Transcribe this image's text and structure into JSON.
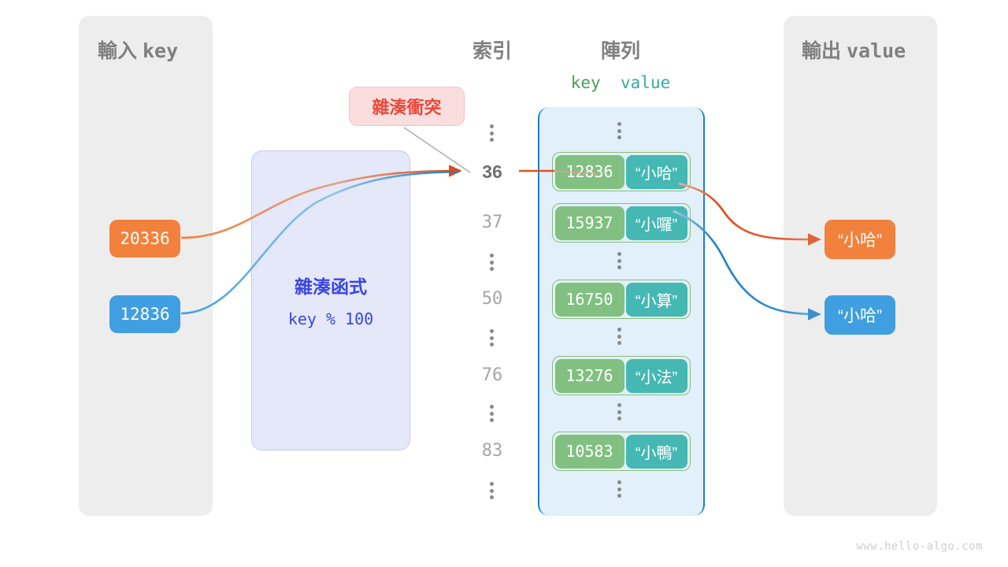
{
  "watermark": "www.hello-algo.com",
  "panels": {
    "input": {
      "title_cjk": "輸入",
      "title_mono": "key"
    },
    "output": {
      "title_cjk": "輸出",
      "title_mono": "value"
    }
  },
  "headings": {
    "index": "索引",
    "array": "陣列",
    "key": "key",
    "value": "value"
  },
  "hash_function": {
    "title": "雜湊函式",
    "formula": "key % 100"
  },
  "collision": {
    "label": "雜湊衝突"
  },
  "inputs": [
    {
      "value": "20336",
      "color": "#f2813d"
    },
    {
      "value": "12836",
      "color": "#3f9fe0"
    }
  ],
  "outputs": [
    {
      "value": "“小哈”",
      "color": "#f2813d"
    },
    {
      "value": "“小哈”",
      "color": "#3f9fe0"
    }
  ],
  "buckets": [
    {
      "index": "36",
      "key": "12836",
      "value": "“小哈”",
      "highlighted": true
    },
    {
      "index": "37",
      "key": "15937",
      "value": "“小囉”",
      "highlighted": false
    },
    {
      "index": "50",
      "key": "16750",
      "value": "“小算”",
      "highlighted": false
    },
    {
      "index": "76",
      "key": "13276",
      "value": "“小法”",
      "highlighted": false
    },
    {
      "index": "83",
      "key": "10583",
      "value": "“小鴨”",
      "highlighted": false
    }
  ],
  "colors": {
    "orange": "#f2813d",
    "orange_arrow": "#e04a16",
    "blue": "#3f9fe0",
    "blue_arrow": "#1f7ec4",
    "green_key": "#81c081",
    "teal_value": "#45b8b4",
    "panel_gray": "#ededed",
    "array_fill": "#e1f0fa",
    "hash_fill": "#e4e8f8",
    "collision_fill": "#fadede",
    "collision_text": "#e8493a"
  }
}
